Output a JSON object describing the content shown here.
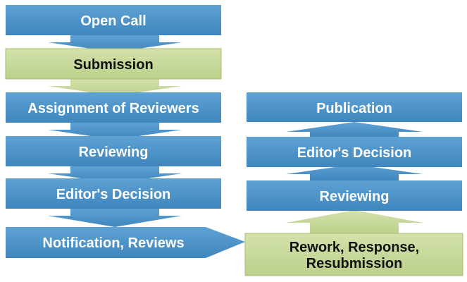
{
  "colors": {
    "blue": "#4a90c4",
    "blue_light": "#6faad6",
    "green": "#c6d79a",
    "green_border": "#a9bd73",
    "white": "#ffffff",
    "black": "#111111"
  },
  "left_column": {
    "open_call": "Open Call",
    "submission": "Submission",
    "assignment": "Assignment of Reviewers",
    "reviewing": "Reviewing",
    "editors_decision": "Editor's Decision",
    "notification": "Notification, Reviews"
  },
  "right_column": {
    "publication": "Publication",
    "editors_decision": "Editor's Decision",
    "reviewing": "Reviewing",
    "rework_line1": "Rework, Response,",
    "rework_line2": "Resubmission"
  }
}
